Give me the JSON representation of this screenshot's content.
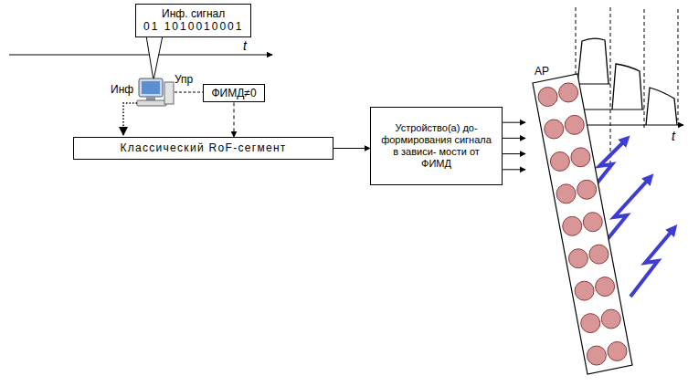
{
  "diagram": {
    "nodes": [
      {
        "text": [
          "Инф. сигнал",
          "01 1010010001"
        ]
      },
      {
        "text": [
          "ФИМД≠0"
        ]
      },
      {
        "text": [
          "Классический RoF-сегмент"
        ]
      },
      {
        "text": [
          "Устройство(а) до- формирования сигнала в зависи- мости от ФИМД"
        ]
      },
      {
        "text": [
          "АР"
        ]
      }
    ],
    "edges": [
      {
        "from": 1,
        "to": 2,
        "arrow": "to"
      },
      {
        "from": 2,
        "to": 3,
        "arrow": "to"
      },
      {
        "from": 3,
        "to": 4,
        "arrow": "to"
      },
      {
        "from": 3,
        "to": 4,
        "arrow": "to"
      },
      {
        "from": 3,
        "to": 4,
        "arrow": "to"
      },
      {
        "from": 3,
        "to": 4,
        "arrow": "to"
      }
    ],
    "labels": [
      "t",
      "Инф",
      "Упр",
      "t"
    ]
  }
}
